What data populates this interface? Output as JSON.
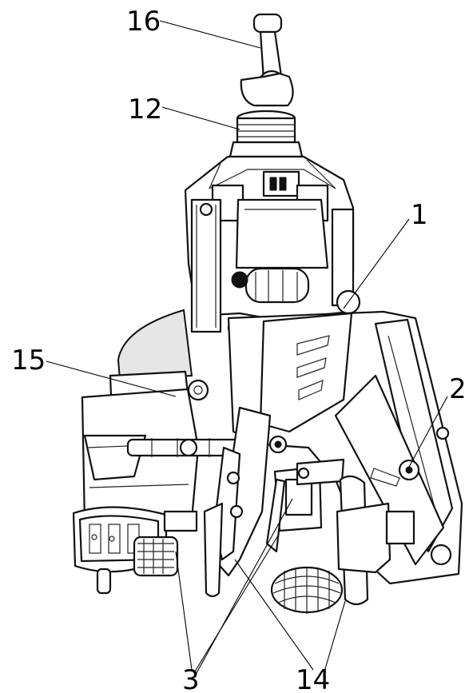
{
  "figure": {
    "callouts": [
      {
        "id": "c16",
        "text": "16"
      },
      {
        "id": "c12",
        "text": "12"
      },
      {
        "id": "c1",
        "text": "1"
      },
      {
        "id": "c15",
        "text": "15"
      },
      {
        "id": "c2",
        "text": "2"
      },
      {
        "id": "c3",
        "text": "3"
      },
      {
        "id": "c14",
        "text": "14"
      }
    ]
  }
}
